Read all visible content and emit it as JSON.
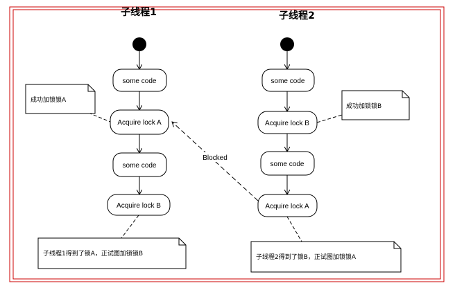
{
  "diagram": {
    "lanes": [
      {
        "title": "子线程1",
        "nodes": [
          {
            "id": "t1_code1",
            "label": "some code"
          },
          {
            "id": "t1_lockA",
            "label": "Acquire lock A"
          },
          {
            "id": "t1_code2",
            "label": "some code"
          },
          {
            "id": "t1_lockB",
            "label": "Acquire lock B"
          }
        ],
        "notes": [
          {
            "id": "t1_note_top",
            "text": "成功加锁锁A"
          },
          {
            "id": "t1_note_bottom",
            "text": "子线程1得到了锁A，正试图加锁锁B"
          }
        ]
      },
      {
        "title": "子线程2",
        "nodes": [
          {
            "id": "t2_code1",
            "label": "some code"
          },
          {
            "id": "t2_lockB",
            "label": "Acquire lock B"
          },
          {
            "id": "t2_code2",
            "label": "some code"
          },
          {
            "id": "t2_lockA",
            "label": "Acquire lock A"
          }
        ],
        "notes": [
          {
            "id": "t2_note_top",
            "text": "成功加锁锁B"
          },
          {
            "id": "t2_note_bottom",
            "text": "子线程2得到了锁B，正试图加锁锁A"
          }
        ]
      }
    ],
    "blocked_edge": {
      "label": "Blocked",
      "from": "t2_lockA",
      "to": "t1_lockA"
    },
    "colors": {
      "frame": "#cc0000",
      "line": "#000000",
      "start": "#000000",
      "fill": "#ffffff"
    }
  }
}
